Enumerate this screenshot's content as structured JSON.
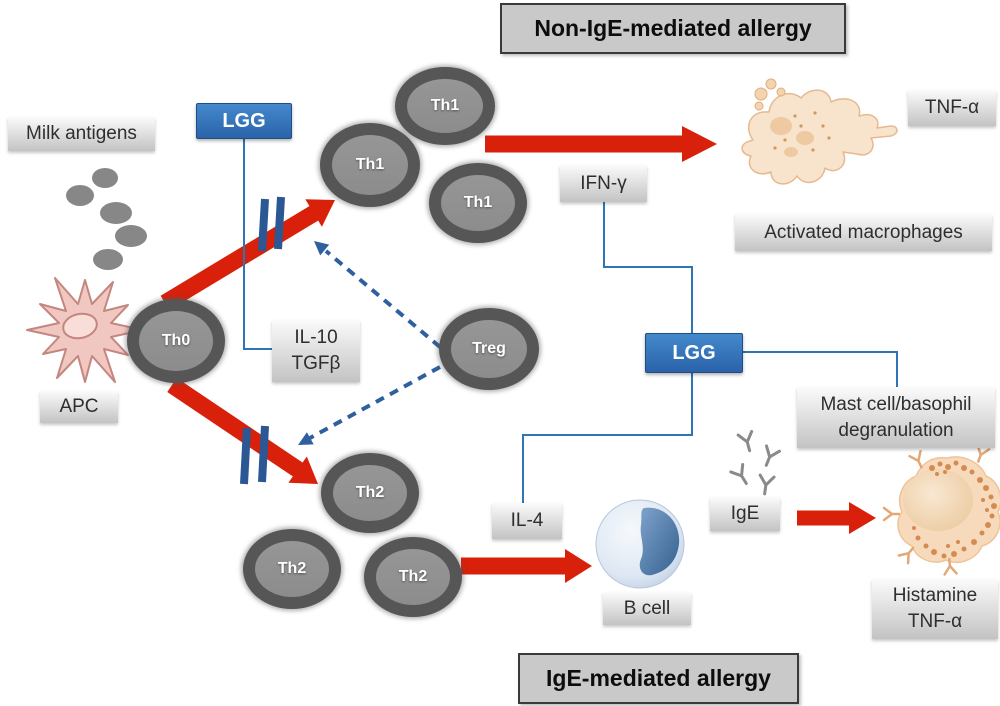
{
  "titles": {
    "top": "Non-IgE-mediated allergy",
    "bottom": "IgE-mediated allergy"
  },
  "boxes": {
    "milk_antigens": "Milk antigens",
    "apc": "APC",
    "lgg1": "LGG",
    "lgg2": "LGG",
    "il10": "IL-10",
    "tgfb": "TGFβ",
    "ifn_gamma": "IFN-γ",
    "tnf_alpha": "TNF-α",
    "activated_macrophages": "Activated macrophages",
    "mast_line1": "Mast cell/basophil",
    "mast_line2": "degranulation",
    "il4": "IL-4",
    "ige": "IgE",
    "b_cell": "B cell",
    "histamine": "Histamine",
    "histamine_tnf": "TNF-α"
  },
  "cells": {
    "th0": "Th0",
    "th1": "Th1",
    "th2": "Th2",
    "treg": "Treg"
  },
  "colors": {
    "red": "#d8200a",
    "blue_line": "#2e75b6",
    "navy": "#2b5794",
    "dash": "#2e5f9e",
    "lgg_light": "#4489cc",
    "lgg_dark": "#2a63a9",
    "cell_outer": "#565656",
    "cell_inner": "#8c8c8c"
  }
}
